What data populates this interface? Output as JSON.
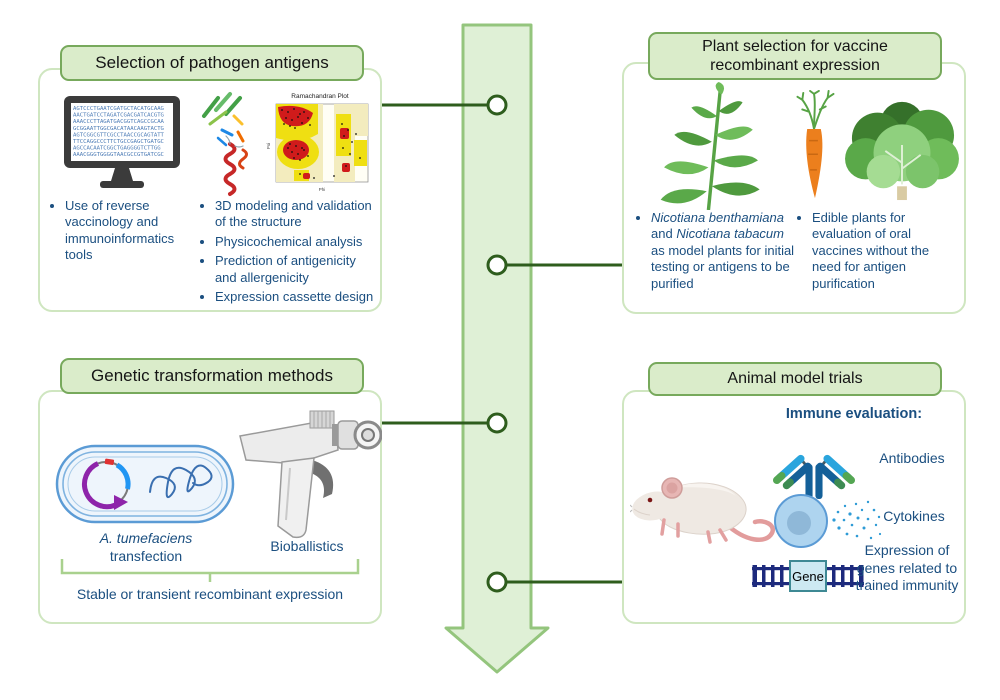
{
  "colors": {
    "title_bg": "#daecca",
    "title_border": "#77a95c",
    "panel_border": "#cfe6c0",
    "arrow_fill": "#dff0d6",
    "arrow_border": "#94c57d",
    "connector_green": "#2e5d1d",
    "bracket_green": "#a9d18e",
    "text_navy": "#1b4f80"
  },
  "icons": {
    "monitor-icon": "computer monitor showing DNA sequence",
    "protein-structure-icon": "3D protein ribbon model",
    "ramachandran-plot-icon": "Ramachandran plot",
    "nicotiana-plant-icon": "tobacco plant",
    "carrot-icon": "carrot",
    "lettuce-icon": "leafy edible plant",
    "bacterium-icon": "A. tumefaciens cell with plasmid",
    "gene-gun-icon": "bioballistics gene gun",
    "mouse-icon": "laboratory mouse",
    "antibody-icon": "Y-shaped antibody",
    "cytokine-cell-icon": "cell secreting cytokines",
    "gene-dna-icon": "DNA ladder with gene cassette",
    "down-arrow": "central workflow arrow",
    "connector-node": "circular connector node"
  },
  "panels": {
    "antigens": {
      "title": "Selection of pathogen antigens",
      "dna_lines": [
        "AGTCCCTGAATCGATGCTACATGCAAG",
        "AACTGATCCTAGATCGACGATCACGTG",
        "AAACCCTTAGATGACGGTCAGCCGCAA",
        "GCGGAATTGGCGACATAACAAGTACTG",
        "AGTCGGCGTTCGCCTAACCGCAGTATT",
        "TTCCAGGCCCTTCTGCCGAGCTGATGC",
        "AGCCACAATCGGCTGAGGGGTCTTGG",
        "AAACGGGTGGGGTAACGCCGTGATCGC"
      ],
      "ramachandran": {
        "title": "Ramachandran Plot",
        "xlabel": "Phi",
        "ylabel": "Psi"
      },
      "bullets_left": [
        "Use of reverse vaccinology and immunoinformatics tools"
      ],
      "bullets_right": [
        "3D modeling and validation of the structure",
        "Physicochemical analysis",
        "Prediction of antigenicity and allergenicity",
        "Expression cassette design"
      ]
    },
    "plants": {
      "title": "Plant selection for vaccine recombinant expression",
      "bullet1": {
        "italic1": "Nicotiana benthamiana",
        "mid": " and ",
        "italic2": "Nicotiana tabacum",
        "rest": " as model plants for initial testing or antigens to be purified"
      },
      "bullet2": "Edible plants for evaluation of oral vaccines without the need for antigen purification"
    },
    "transformation": {
      "title": "Genetic transformation methods",
      "agro_italic": "A. tumefaciens",
      "agro_rest": "transfection",
      "bioballistics": "Bioballistics",
      "footer": "Stable or transient recombinant expression"
    },
    "animal": {
      "title": "Animal model trials",
      "heading": "Immune evaluation:",
      "antibodies": "Antibodies",
      "cytokines": "Cytokines",
      "expression": "Expression of genes related to trained immunity",
      "gene": "Gene"
    }
  }
}
